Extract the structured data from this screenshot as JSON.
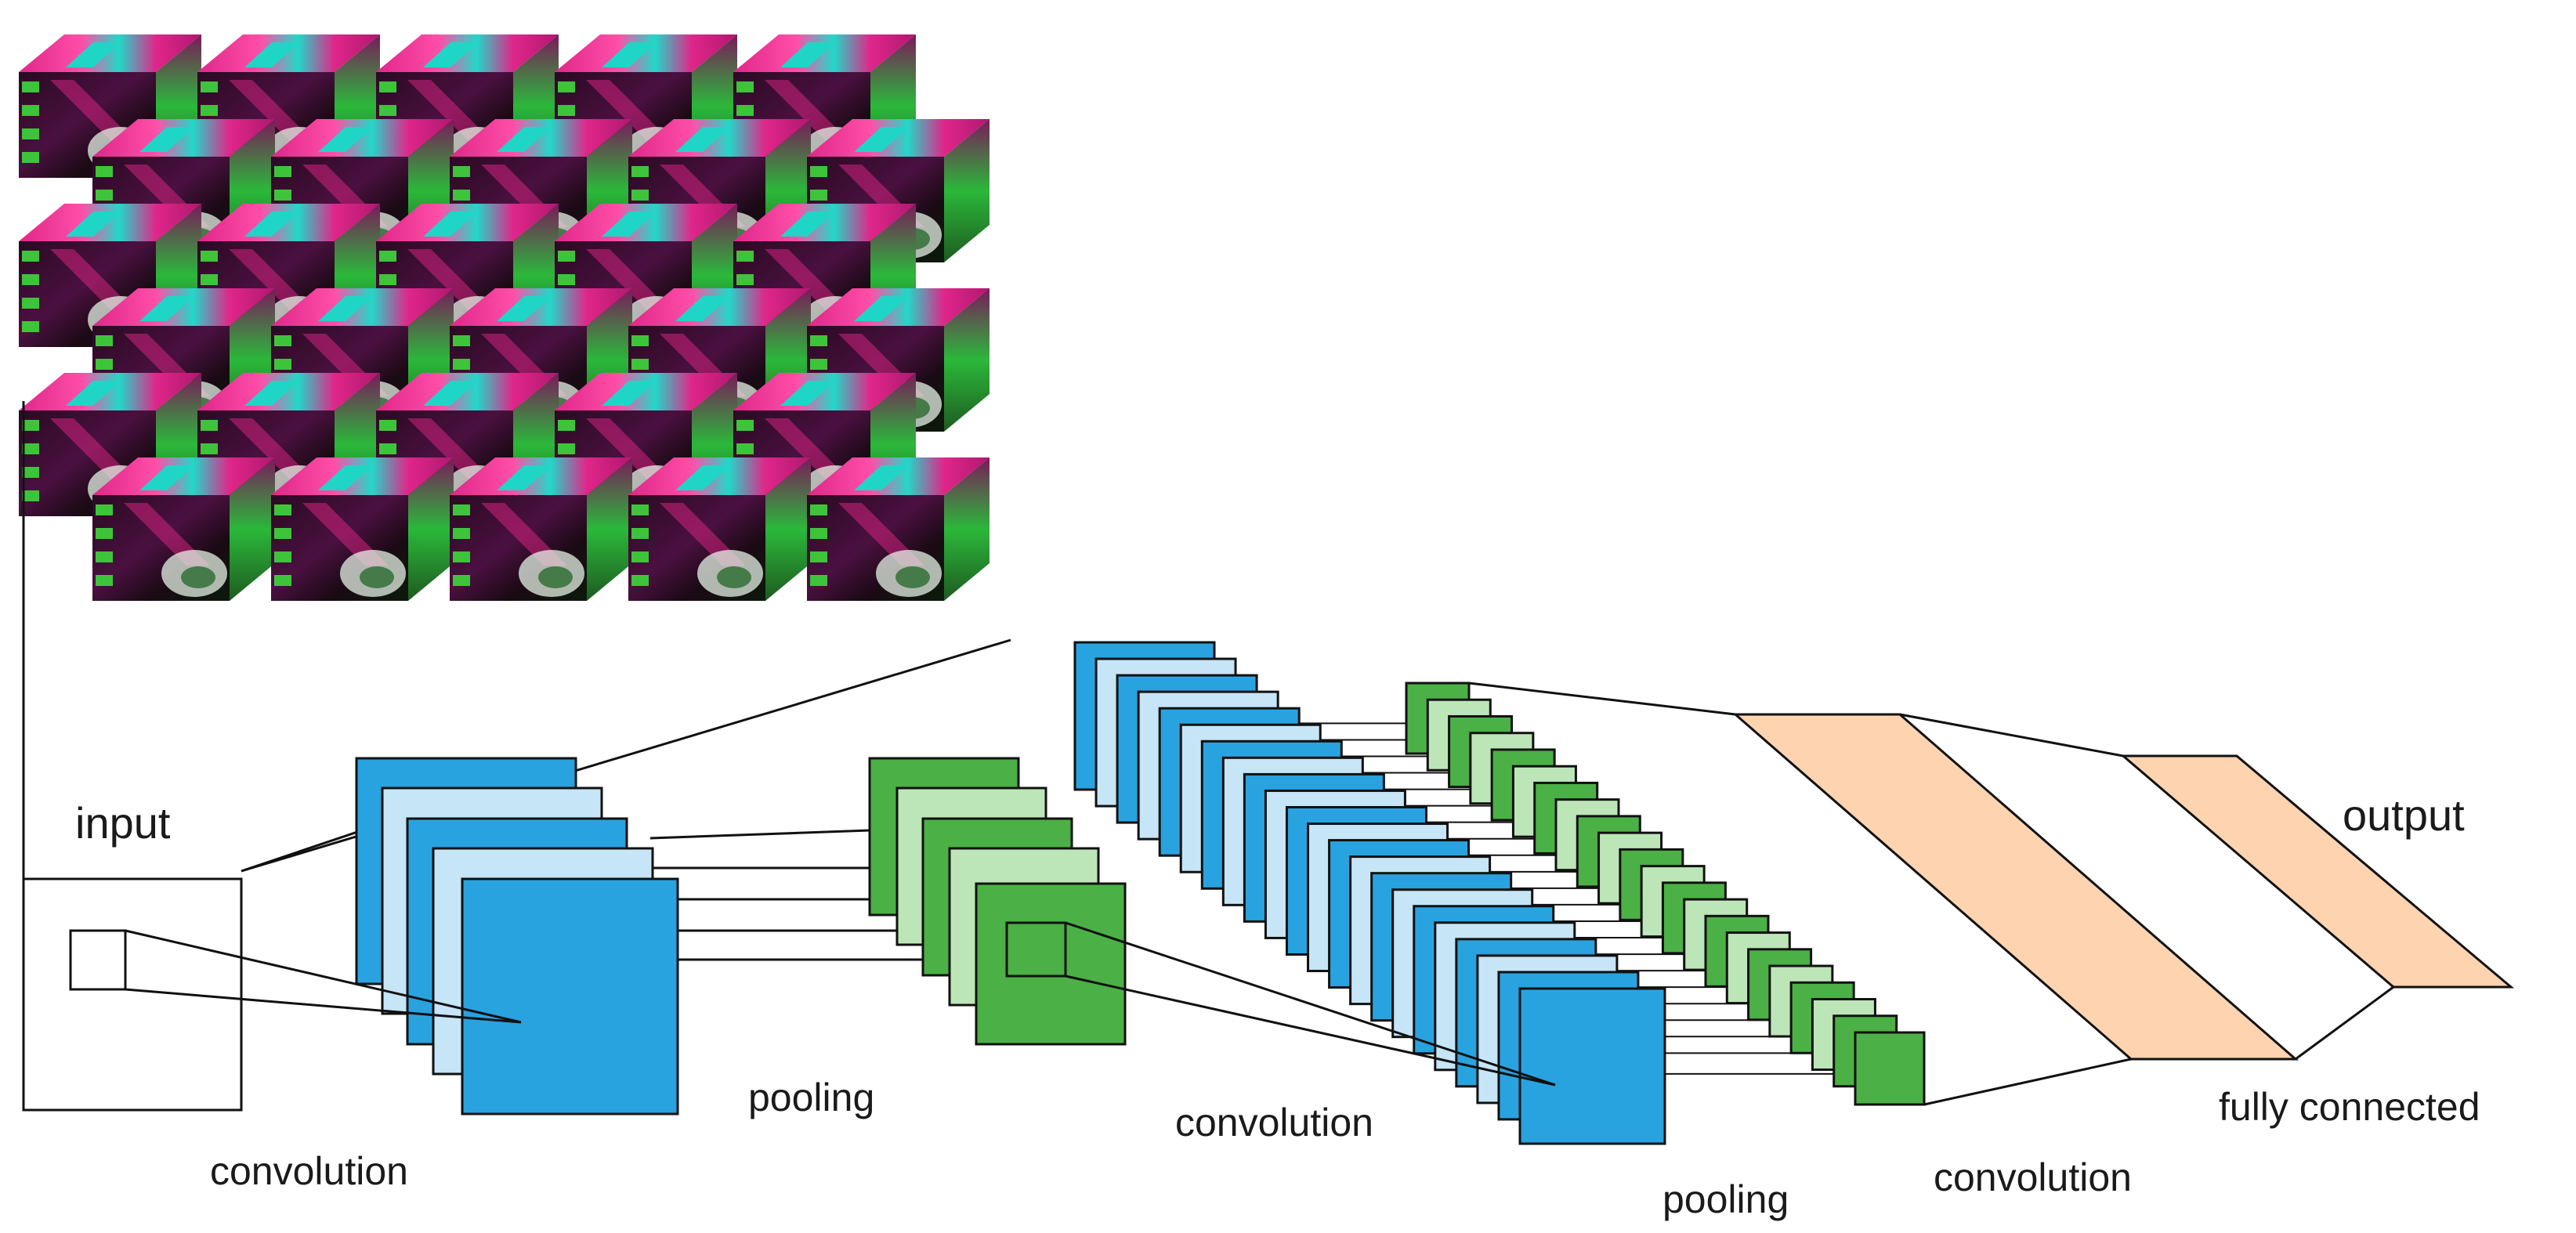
{
  "labels": {
    "input": "input",
    "output": "output",
    "conv1": "convolution",
    "pool1": "pooling",
    "conv2": "convolution",
    "pool2": "pooling",
    "conv3": "convolution",
    "fc": "fully connected"
  },
  "colors": {
    "blue_dark": "#29a3e0",
    "blue_light": "#c6e5f7",
    "green_dark": "#4bb045",
    "green_light": "#bde6b8",
    "peach": "#fdd3b0",
    "stroke": "#111111",
    "cube_magenta": "#d4237f",
    "cube_cyan": "#1fd6c6",
    "cube_green": "#3ec43a",
    "cube_dark": "#1c0a18",
    "cube_foliage": "#e6f2e6"
  },
  "layers": {
    "conv1_maps": 5,
    "pool1_maps": 5,
    "conv2_maps": 22,
    "pool2_maps": 22,
    "fc_layers": 2
  },
  "input_cubes": {
    "rows": 6,
    "cols": 5
  }
}
